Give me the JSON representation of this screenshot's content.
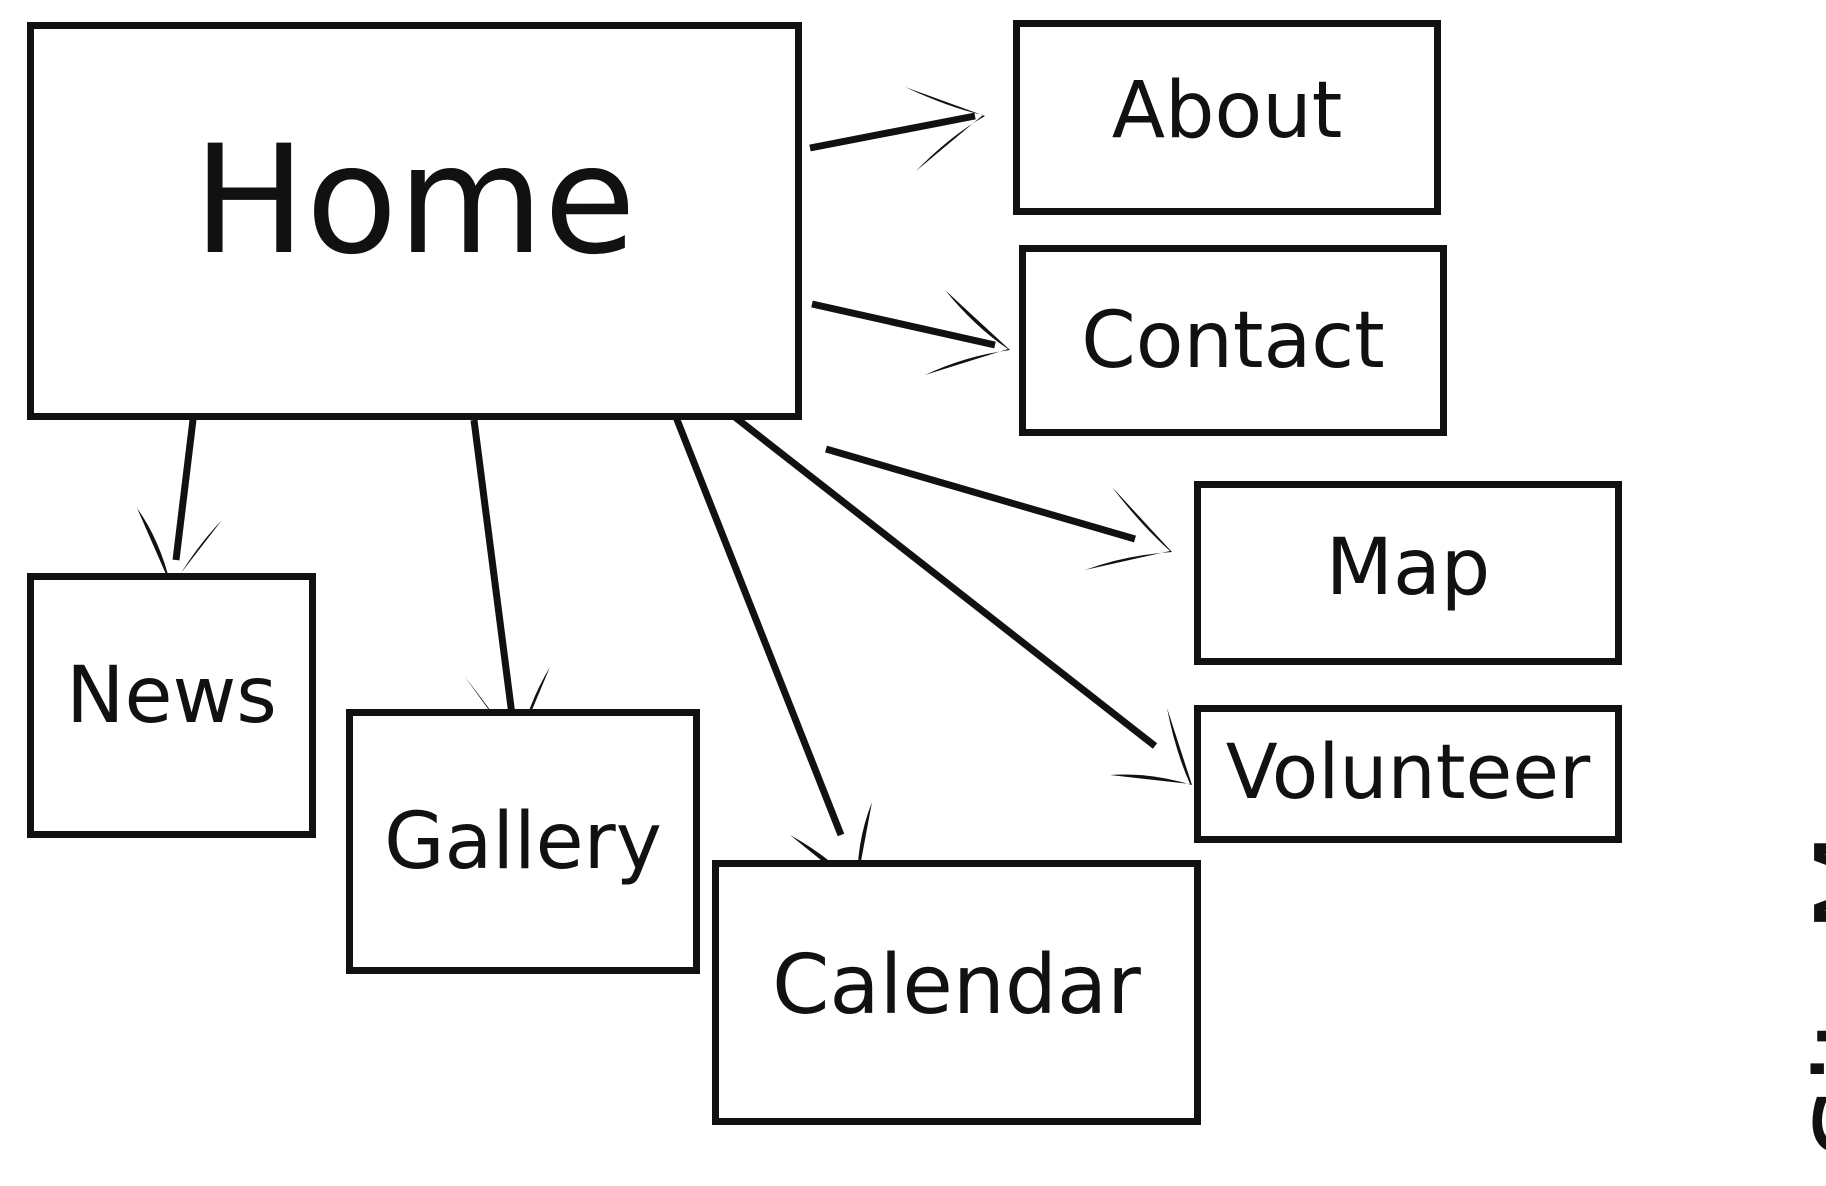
{
  "title": "SiteMap",
  "nodes": {
    "home": "Home",
    "about": "About",
    "contact": "Contact",
    "map": "Map",
    "volunteer": "Volunteer",
    "news": "News",
    "gallery": "Gallery",
    "calendar": "Calendar"
  },
  "edges": [
    {
      "from": "Home",
      "to": "About"
    },
    {
      "from": "Home",
      "to": "Contact"
    },
    {
      "from": "Home",
      "to": "Map"
    },
    {
      "from": "Home",
      "to": "Volunteer"
    },
    {
      "from": "Home",
      "to": "News"
    },
    {
      "from": "Home",
      "to": "Gallery"
    },
    {
      "from": "Home",
      "to": "Calendar"
    }
  ],
  "colors": {
    "stroke": "#111111",
    "background": "#ffffff"
  }
}
